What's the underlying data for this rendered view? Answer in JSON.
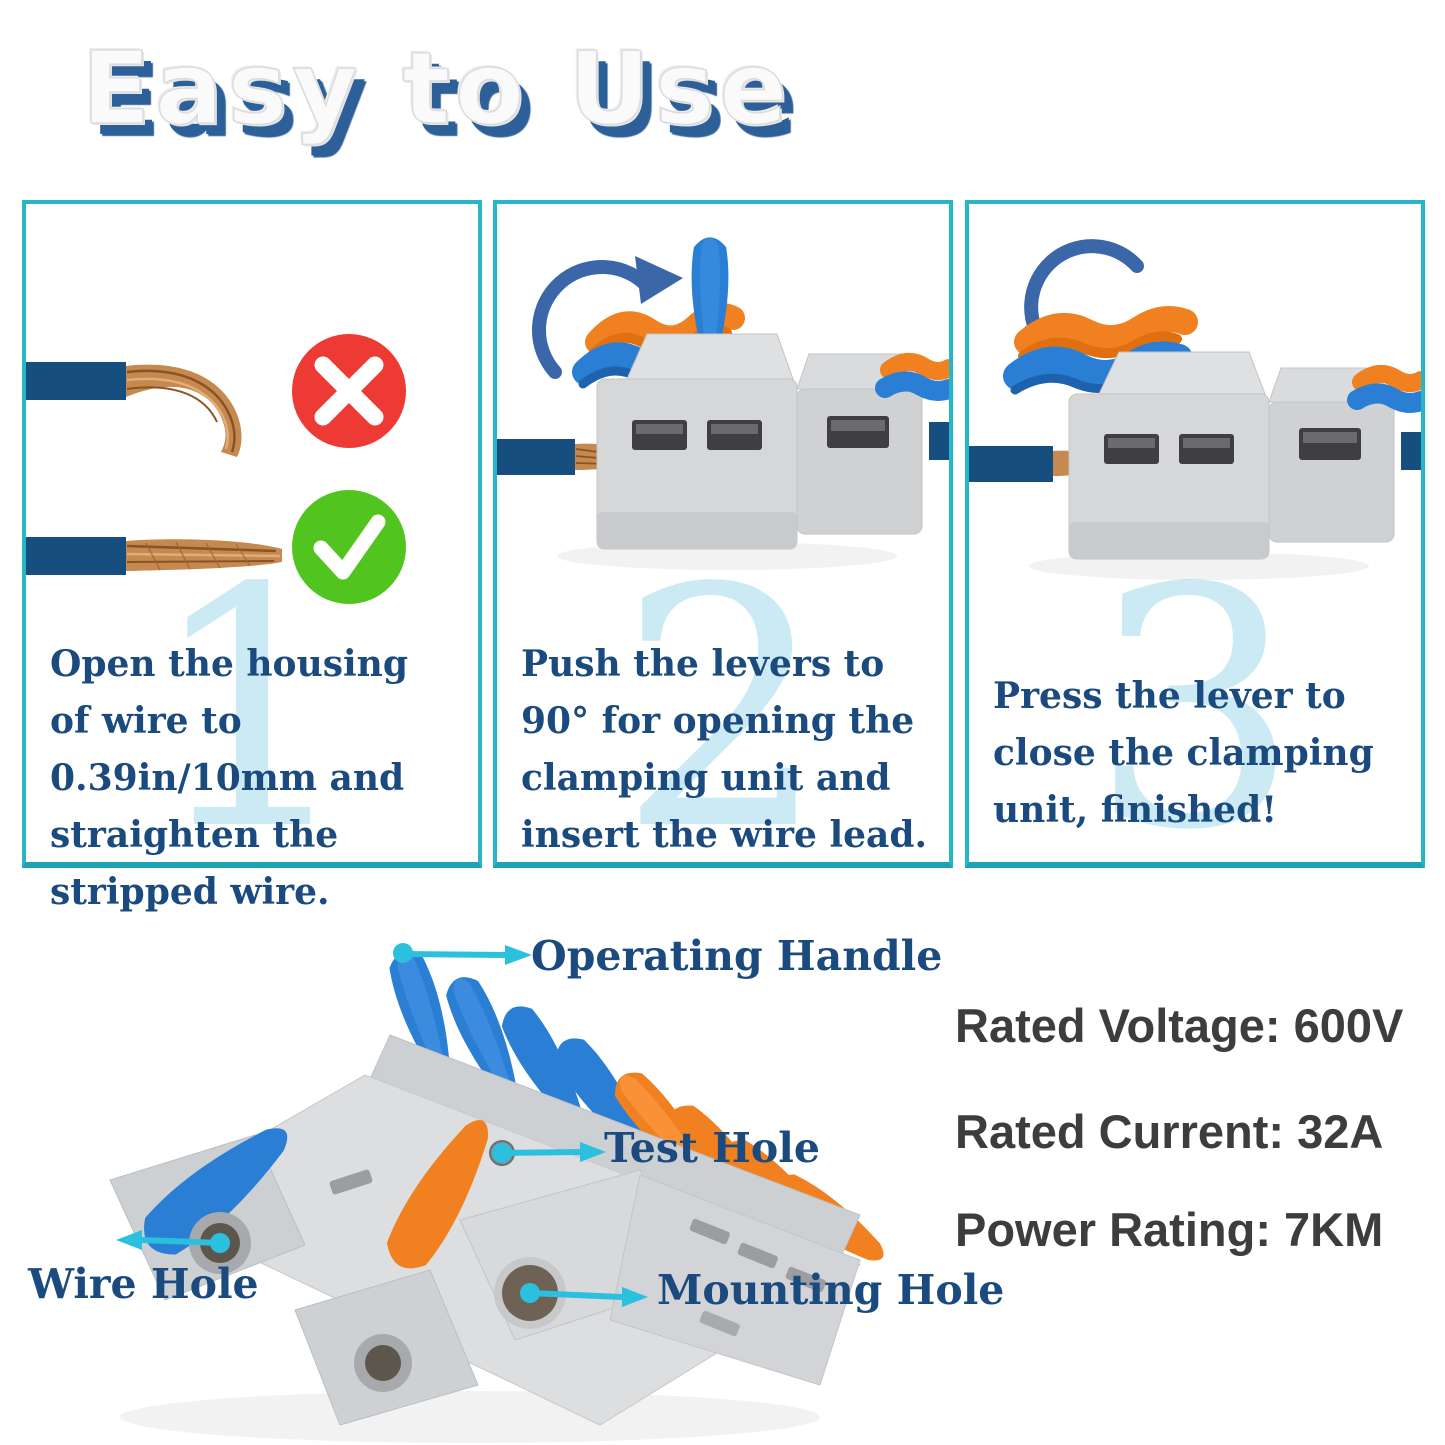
{
  "title": "Easy to Use",
  "steps": [
    {
      "number": "1",
      "text": "Open the housing of wire to 0.39in/10mm and straighten the stripped wire."
    },
    {
      "number": "2",
      "text": "Push the levers to 90° for opening the clamping unit and insert the wire lead."
    },
    {
      "number": "3",
      "text": "Press the lever to close the clamping unit, finished!"
    }
  ],
  "callouts": {
    "operating_handle": "Operating Handle",
    "test_hole": "Test Hole",
    "wire_hole": "Wire Hole",
    "mounting_hole": "Mounting Hole"
  },
  "specs": [
    "Rated Voltage: 600V",
    "Rated Current: 32A",
    "Power Rating: 7KM"
  ],
  "colors": {
    "panel_border": "#27b6c6",
    "step_text_navy": "#1b4b7e",
    "step_number_blue": "#cbeaf4",
    "title_shadow_navy": "#2d5f99",
    "callout_arrow_cyan": "#2bc0de",
    "spec_text_gray": "#3d3d3f",
    "error_red": "#ee3a34",
    "ok_green": "#52c41f",
    "lever_blue": "#2a7fd4",
    "lever_orange": "#f08020",
    "rotate_arrow_blue": "#3b67a8",
    "wire_insulation_blue": "#174e80",
    "copper": "#c6894f",
    "body_gray": "#d6d7d9"
  }
}
